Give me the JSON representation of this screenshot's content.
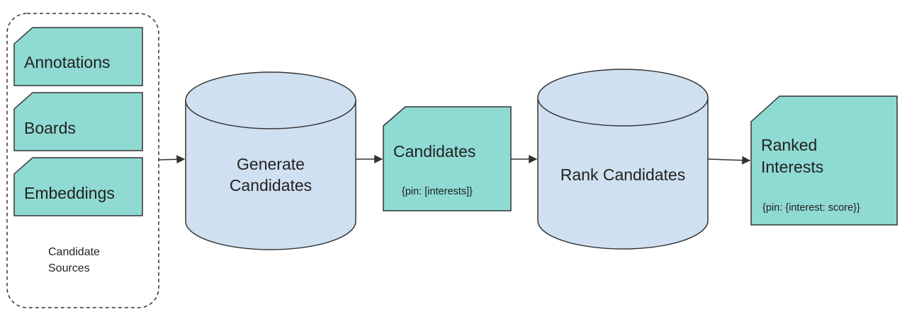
{
  "colors": {
    "card_fill": "#8fdad2",
    "cylinder_fill": "#cfe0f0",
    "stroke": "#333333",
    "text": "#222222"
  },
  "sources_group": {
    "cards": [
      {
        "label": "Annotations"
      },
      {
        "label": "Boards"
      },
      {
        "label": "Embeddings"
      }
    ],
    "caption_line1": "Candidate",
    "caption_line2": "Sources"
  },
  "generate": {
    "line1": "Generate",
    "line2": "Candidates"
  },
  "candidates": {
    "title": "Candidates",
    "subtitle": "{pin: [interests]}"
  },
  "rank": {
    "label": "Rank Candidates"
  },
  "ranked": {
    "line1": "Ranked",
    "line2": "Interests",
    "subtitle": "{pin: {interest: score}}"
  }
}
